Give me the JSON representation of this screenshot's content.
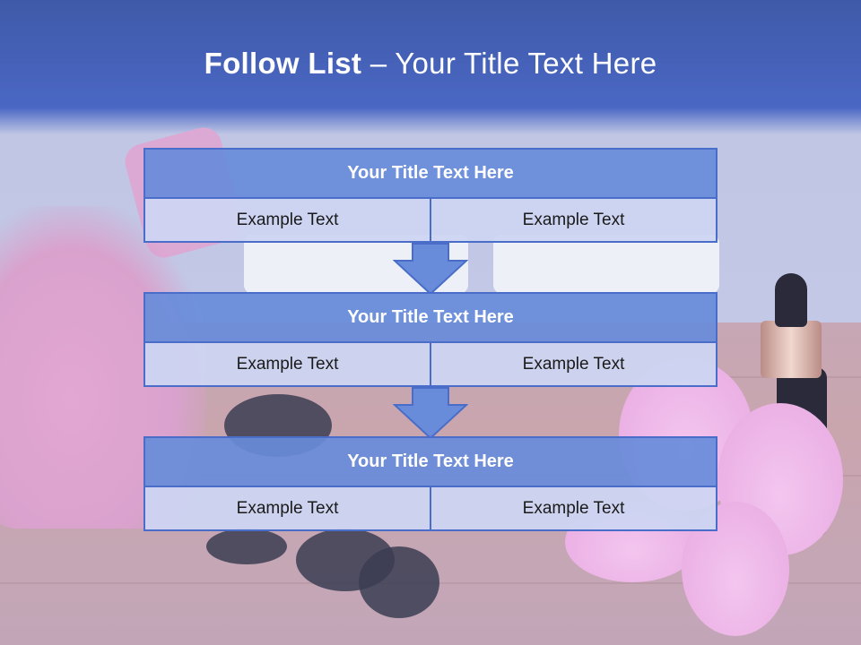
{
  "slide": {
    "title_bold": "Follow List",
    "title_rest": " – Your Title Text Here"
  },
  "steps": [
    {
      "heading": "Your Title Text Here",
      "left": "Example Text",
      "right": "Example Text"
    },
    {
      "heading": "Your Title Text Here",
      "left": "Example Text",
      "right": "Example Text"
    },
    {
      "heading": "Your Title Text Here",
      "left": "Example Text",
      "right": "Example Text"
    }
  ],
  "colors": {
    "header_blue": "#4a67c4",
    "box_blue": "#688cda",
    "cell_light": "#ced5f2",
    "border": "#4a6dc9"
  },
  "icons": [
    "down-arrow-icon"
  ]
}
